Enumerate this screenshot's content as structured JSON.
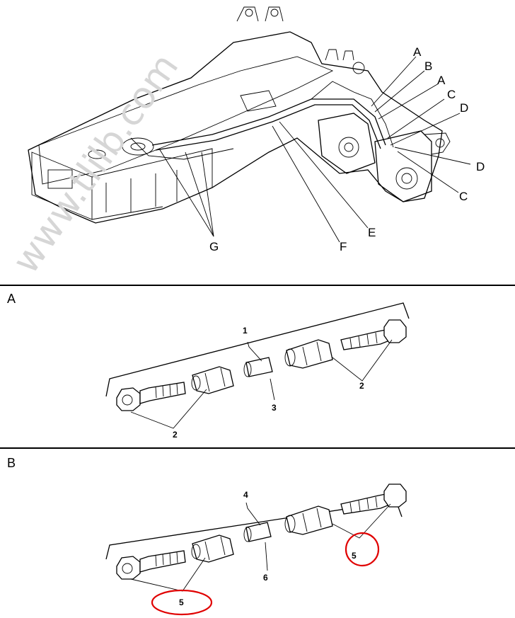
{
  "watermark": "www.tlilb.com",
  "overview": {
    "callouts": [
      "A",
      "B",
      "A",
      "C",
      "D",
      "D",
      "C",
      "E",
      "F",
      "G"
    ]
  },
  "detail_a": {
    "section_label": "A",
    "callouts": [
      "1",
      "2",
      "2",
      "3"
    ]
  },
  "detail_b": {
    "section_label": "B",
    "callouts": [
      "4",
      "5",
      "5",
      "6"
    ],
    "highlight_color": "#e00000"
  }
}
